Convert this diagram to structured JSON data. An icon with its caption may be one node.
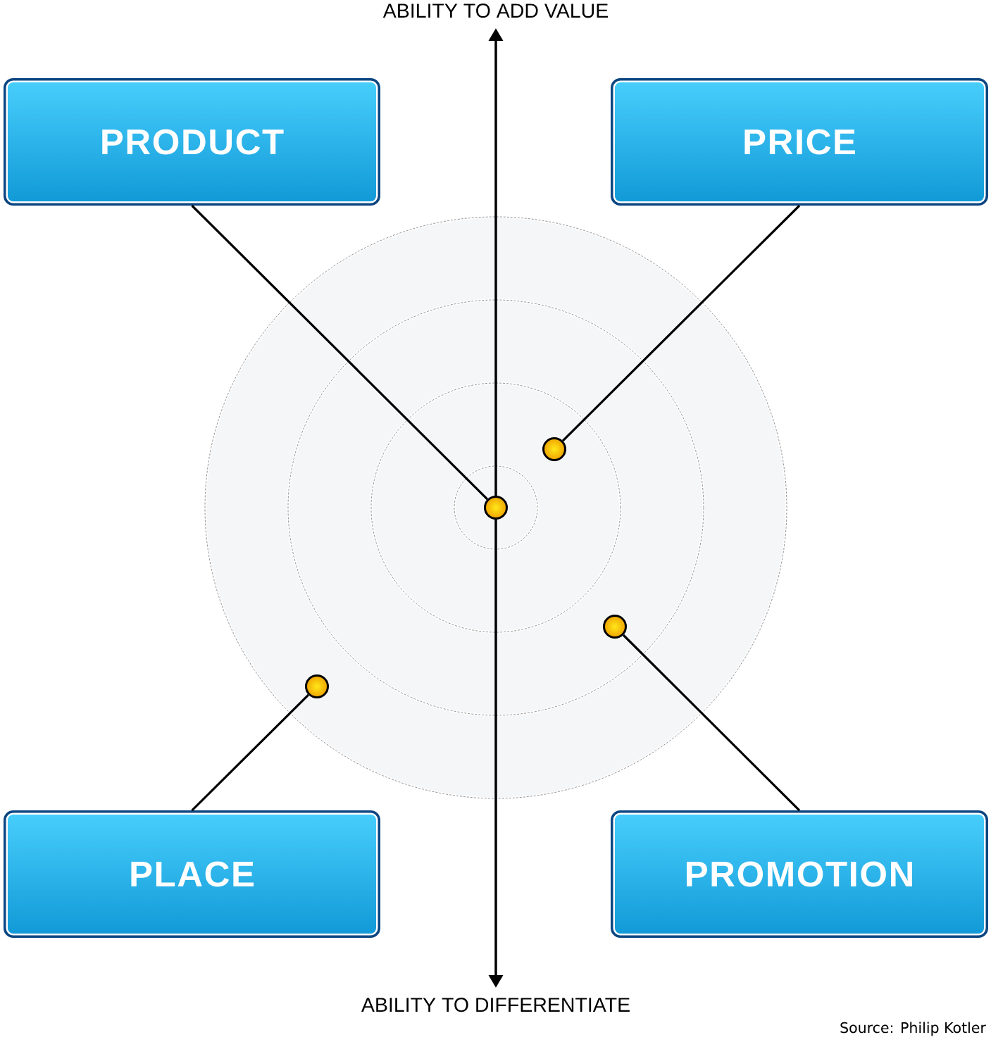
{
  "diagram": {
    "nodes": [
      {
        "text": [
          "PRODUCT"
        ]
      },
      {
        "text": [
          "PRICE"
        ]
      },
      {
        "text": [],
        "shape": "circle"
      },
      {
        "text": [],
        "shape": "circle"
      },
      {
        "text": [],
        "shape": "circle"
      },
      {
        "text": [],
        "shape": "circle"
      },
      {
        "text": [
          "PLACE"
        ]
      },
      {
        "text": [
          "PROMOTION"
        ]
      }
    ],
    "edges": [
      {
        "from": 0,
        "to": 3,
        "arrow": "none"
      },
      {
        "from": 1,
        "to": 2,
        "arrow": "none"
      },
      {
        "from": 6,
        "to": 5,
        "arrow": "none"
      },
      {
        "from": 7,
        "to": 4,
        "arrow": "none"
      }
    ],
    "labels": [
      "ABILITY TO ADD VALUE",
      "ABILITY TO DIFFERENTIATE",
      "Source: Philip Kotler"
    ]
  }
}
